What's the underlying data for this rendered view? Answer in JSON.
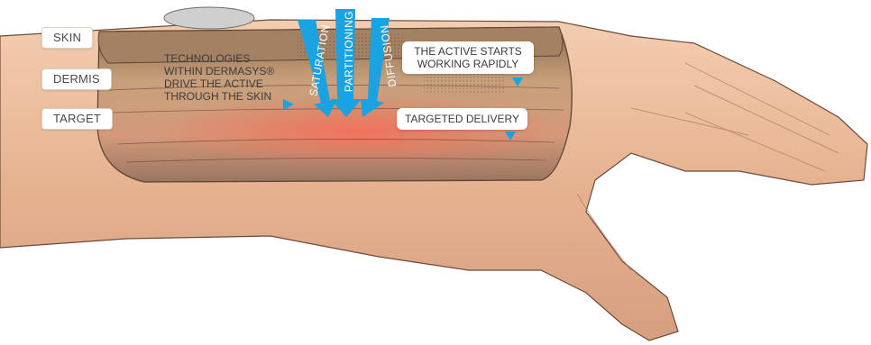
{
  "layers": {
    "skin": "SKIN",
    "dermis": "DERMIS",
    "target": "TARGET"
  },
  "callouts": {
    "technologies": [
      "TECHNOLOGIES",
      "WITHIN DERMASYS®",
      "DRIVE THE ACTIVE",
      "THROUGH THE SKIN"
    ],
    "active_starts": [
      "THE ACTIVE STARTS",
      "WORKING RAPIDLY"
    ],
    "targeted_delivery": "TARGETED DELIVERY"
  },
  "arrows": {
    "saturation": "SATURATION",
    "partitioning": "PARTITIONING",
    "diffusion": "DIFFUSION"
  },
  "colors": {
    "arrow": "#1aa3e0",
    "skin_tone": "#e7b894",
    "dermis": "#b98e6c",
    "target_glow": "#f08a72"
  }
}
